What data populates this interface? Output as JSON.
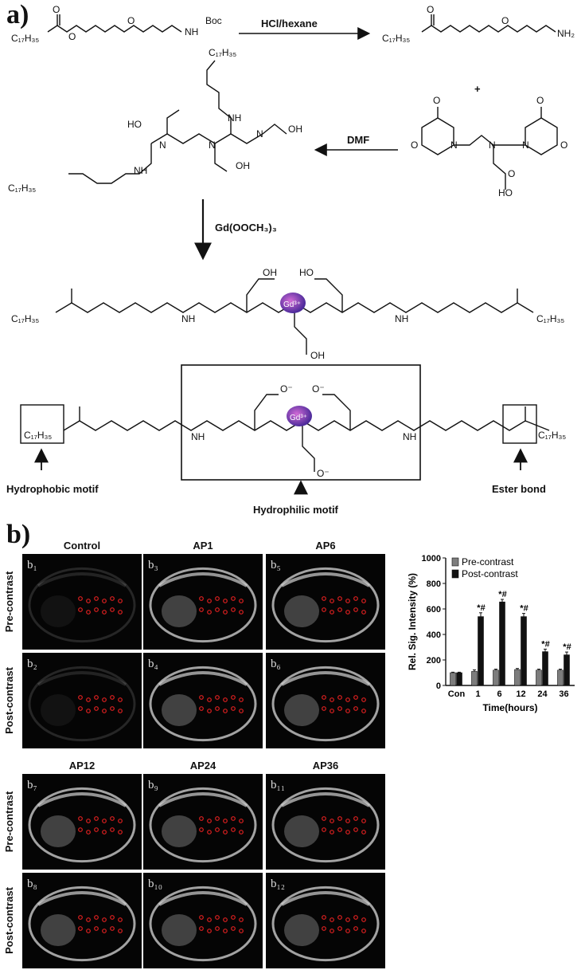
{
  "panel_a": {
    "label": "a)",
    "reagents": {
      "step1": "HCl/hexane",
      "step2": "DMF",
      "step3": "Gd(OOCH₃)₃"
    },
    "formula": {
      "tail": "C₁₇H₃₅",
      "boc": "Boc",
      "nh": "NH",
      "nh2": "NH₂",
      "oh": "OH",
      "ho": "HO",
      "o": "O",
      "n": "N",
      "h": "H",
      "gd": "Gd³⁺",
      "o_minus": "O⁻",
      "plus": "+"
    },
    "annotations": {
      "hydrophobic": "Hydrophobic motif",
      "hydrophilic": "Hydrophilic motif",
      "ester": "Ester bond"
    }
  },
  "panel_b": {
    "label": "b)",
    "row_labels": {
      "pre": "Pre-contrast",
      "post": "Post-contrast"
    },
    "group1_headers": [
      "Control",
      "AP1",
      "AP6"
    ],
    "group2_headers": [
      "AP12",
      "AP24",
      "AP36"
    ],
    "sublabels_pre_1": [
      "b₁",
      "b₃",
      "b₅"
    ],
    "sublabels_post_1": [
      "b₂",
      "b₄",
      "b₆"
    ],
    "sublabels_pre_2": [
      "b₇",
      "b₉",
      "b₁₁"
    ],
    "sublabels_post_2": [
      "b₈",
      "b₁₀",
      "b₁₂"
    ]
  },
  "chart_data": {
    "type": "bar",
    "categories": [
      "Con",
      "1",
      "6",
      "12",
      "24",
      "36"
    ],
    "series": [
      {
        "name": "Pre-contrast",
        "color": "#7d7d7d",
        "values": [
          100,
          110,
          120,
          125,
          120,
          120
        ]
      },
      {
        "name": "Post-contrast",
        "color": "#111111",
        "values": [
          100,
          540,
          655,
          540,
          265,
          240
        ]
      }
    ],
    "errors": [
      [
        4,
        12,
        8,
        8,
        8,
        8
      ],
      [
        4,
        30,
        20,
        25,
        20,
        22
      ]
    ],
    "annotations": [
      "",
      "*#",
      "*#",
      "*#",
      "*#",
      "*#"
    ],
    "xlabel": "Time(hours)",
    "ylabel": "Rel. Sig. Intensity (%)",
    "ylim": [
      0,
      1000
    ],
    "yticks": [
      0,
      200,
      400,
      600,
      800,
      1000
    ],
    "legend": "top-left"
  }
}
